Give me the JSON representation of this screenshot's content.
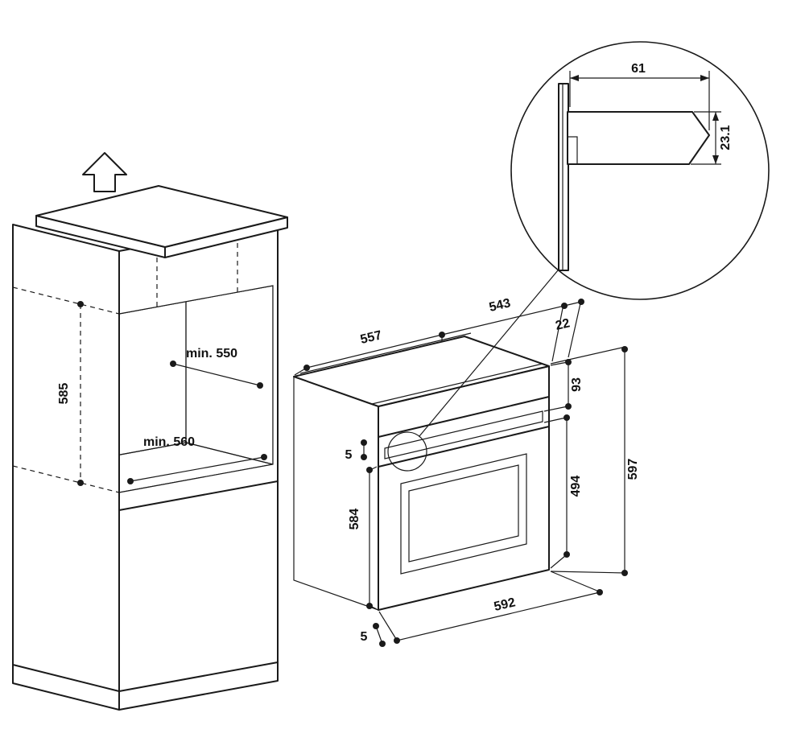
{
  "diagram": {
    "type": "built-in-oven-installation-dimensions",
    "labels": {
      "niche_height": "585",
      "niche_depth": "min. 550",
      "niche_width": "min. 560",
      "oven_top_depth": "557",
      "oven_top_rear": "543",
      "oven_top_gap": "22",
      "panel_height": "93",
      "front_gap": "5",
      "body_height": "584",
      "door_height": "494",
      "overall_height": "597",
      "overall_width": "592",
      "bottom_gap": "5",
      "handle_width": "61",
      "handle_depth": "23.1"
    },
    "colors": {
      "line": "#1a1a1a",
      "niche_back": "#d7d7d7",
      "niche_side": "#ececec",
      "niche_floor": "#f1f1f1",
      "niche_ceiling": "#e4e4e4",
      "oven_side": "#ececec",
      "handle": "#151515"
    }
  }
}
